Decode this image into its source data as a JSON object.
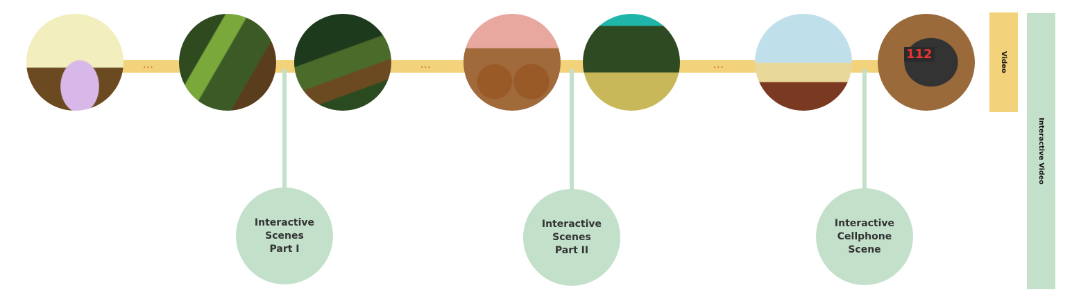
{
  "timeline": {
    "separator": "...",
    "scenes": [
      {
        "name": "living-room-scene"
      },
      {
        "name": "map-forest-scene"
      },
      {
        "name": "hiking-path-scene"
      },
      {
        "name": "boots-scene"
      },
      {
        "name": "lookout-path-scene"
      },
      {
        "name": "fall-scene"
      },
      {
        "name": "cellphone-112-scene",
        "text": "112"
      }
    ],
    "interactive_nodes": [
      {
        "label": "Interactive\nScenes\nPart I"
      },
      {
        "label": "Interactive\nScenes\nPart II"
      },
      {
        "label": "Interactive\nCellphone\nScene"
      }
    ]
  },
  "legend": {
    "video": "Video",
    "interactive_video": "Interactive Video"
  },
  "colors": {
    "video": "#f3d27c",
    "interactive": "#c3e0cb"
  }
}
